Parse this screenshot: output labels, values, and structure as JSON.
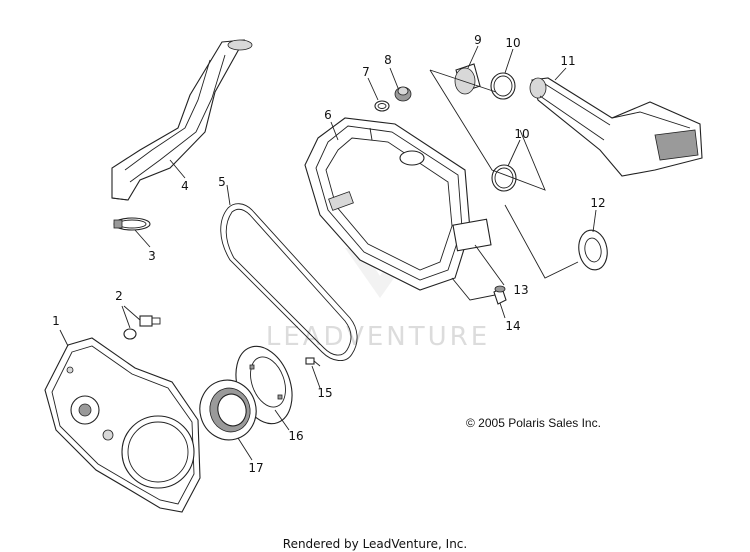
{
  "diagram": {
    "callouts": [
      {
        "id": "1",
        "label": "1"
      },
      {
        "id": "2",
        "label": "2"
      },
      {
        "id": "3",
        "label": "3"
      },
      {
        "id": "4",
        "label": "4"
      },
      {
        "id": "5",
        "label": "5"
      },
      {
        "id": "6",
        "label": "6"
      },
      {
        "id": "7",
        "label": "7"
      },
      {
        "id": "8",
        "label": "8"
      },
      {
        "id": "9",
        "label": "9"
      },
      {
        "id": "10a",
        "label": "10"
      },
      {
        "id": "10b",
        "label": "10"
      },
      {
        "id": "11",
        "label": "11"
      },
      {
        "id": "12",
        "label": "12"
      },
      {
        "id": "13",
        "label": "13"
      },
      {
        "id": "14",
        "label": "14"
      },
      {
        "id": "15",
        "label": "15"
      },
      {
        "id": "16",
        "label": "16"
      },
      {
        "id": "17",
        "label": "17"
      }
    ],
    "watermark": "LEADVENTURE",
    "copyright": "© 2005 Polaris Sales Inc.",
    "rendered_by": "Rendered by LeadVenture, Inc."
  }
}
